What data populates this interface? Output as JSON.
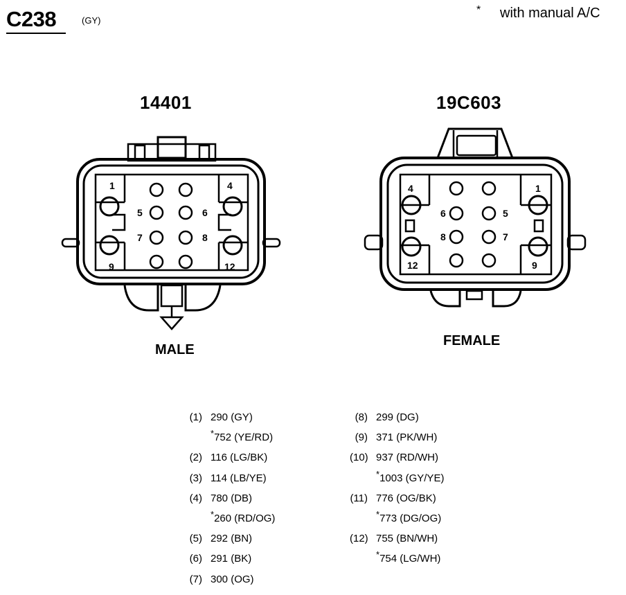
{
  "header": {
    "connector": "C238",
    "color_code": "(GY)",
    "note_symbol": "*",
    "note_text": "with manual A/C"
  },
  "connectors": {
    "left": {
      "part": "14401",
      "gender": "MALE",
      "pins": [
        "1",
        "4",
        "5",
        "6",
        "7",
        "8",
        "9",
        "12"
      ]
    },
    "right": {
      "part": "19C603",
      "gender": "FEMALE",
      "pins": [
        "4",
        "1",
        "6",
        "5",
        "8",
        "7",
        "12",
        "9"
      ]
    }
  },
  "pinout": {
    "left_col": [
      {
        "pin": "(1)",
        "circuit": "290 (GY)"
      },
      {
        "pin": "",
        "star": "*",
        "circuit": "752 (YE/RD)"
      },
      {
        "pin": "(2)",
        "circuit": "116 (LG/BK)"
      },
      {
        "pin": "(3)",
        "circuit": "114 (LB/YE)"
      },
      {
        "pin": "(4)",
        "circuit": "780 (DB)"
      },
      {
        "pin": "",
        "star": "*",
        "circuit": "260 (RD/OG)"
      },
      {
        "pin": "(5)",
        "circuit": "292 (BN)"
      },
      {
        "pin": "(6)",
        "circuit": "291 (BK)"
      },
      {
        "pin": "(7)",
        "circuit": "300 (OG)"
      }
    ],
    "right_col": [
      {
        "pin": "(8)",
        "circuit": "299 (DG)"
      },
      {
        "pin": "(9)",
        "circuit": "371 (PK/WH)"
      },
      {
        "pin": "(10)",
        "circuit": "937 (RD/WH)"
      },
      {
        "pin": "",
        "star": "*",
        "circuit": "1003 (GY/YE)"
      },
      {
        "pin": "(11)",
        "circuit": "776 (OG/BK)"
      },
      {
        "pin": "",
        "star": "*",
        "circuit": "773 (DG/OG)"
      },
      {
        "pin": "(12)",
        "circuit": "755 (BN/WH)"
      },
      {
        "pin": "",
        "star": "*",
        "circuit": "754 (LG/WH)"
      }
    ]
  }
}
